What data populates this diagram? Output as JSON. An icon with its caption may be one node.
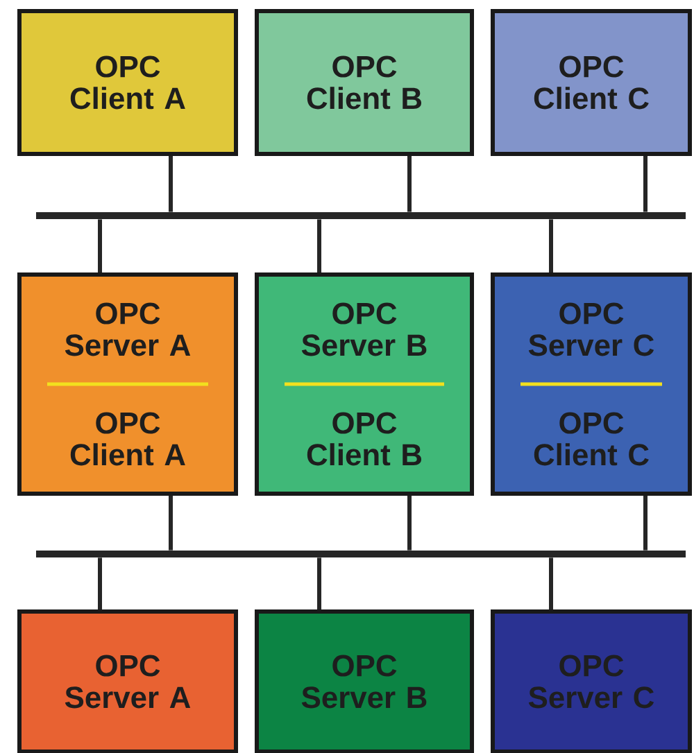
{
  "diagram": {
    "nodes": [
      {
        "text": [
          "OPC Client A"
        ]
      },
      {
        "text": [
          "OPC Client B"
        ]
      },
      {
        "text": [
          "OPC Client C"
        ]
      },
      {
        "text": [],
        "shape": "bar"
      },
      {
        "text": [
          "OPC Server A",
          "OPC Client A"
        ]
      },
      {
        "text": [
          "OPC Server B",
          "OPC Client B"
        ]
      },
      {
        "text": [
          "OPC Server C",
          "OPC Client C"
        ]
      },
      {
        "text": [],
        "shape": "bar"
      },
      {
        "text": [
          "OPC Server A"
        ]
      },
      {
        "text": [
          "OPC Server B"
        ]
      },
      {
        "text": [
          "OPC Server C"
        ]
      }
    ],
    "edges": [
      {
        "from": 0,
        "to": 3,
        "arrow": "none"
      },
      {
        "from": 1,
        "to": 3,
        "arrow": "none"
      },
      {
        "from": 2,
        "to": 3,
        "arrow": "none"
      },
      {
        "from": 3,
        "to": 4,
        "arrow": "none"
      },
      {
        "from": 3,
        "to": 5,
        "arrow": "none"
      },
      {
        "from": 3,
        "to": 6,
        "arrow": "none"
      },
      {
        "from": 4,
        "to": 7,
        "arrow": "none"
      },
      {
        "from": 5,
        "to": 7,
        "arrow": "none"
      },
      {
        "from": 6,
        "to": 7,
        "arrow": "none"
      },
      {
        "from": 7,
        "to": 8,
        "arrow": "none"
      },
      {
        "from": 7,
        "to": 9,
        "arrow": "none"
      },
      {
        "from": 7,
        "to": 10,
        "arrow": "none"
      }
    ]
  }
}
